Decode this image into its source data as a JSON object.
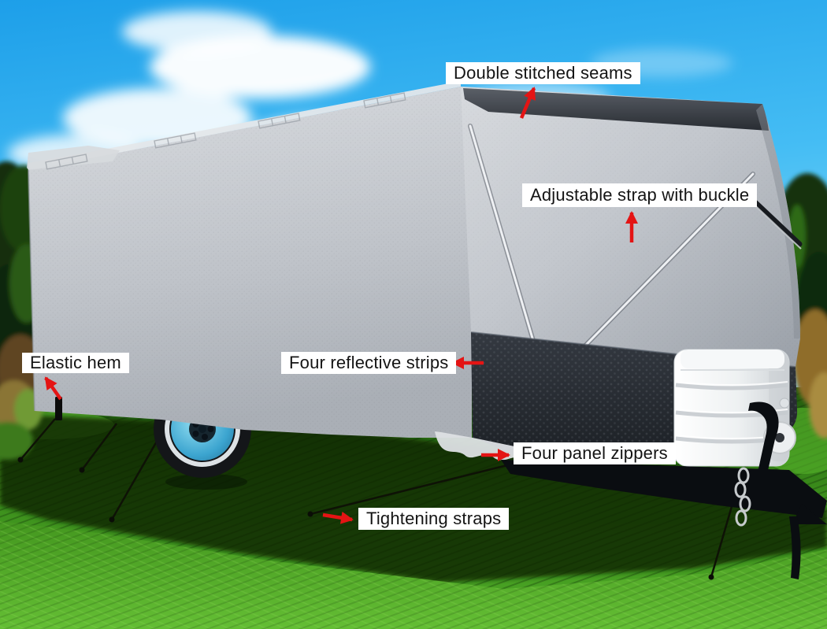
{
  "callouts": [
    {
      "id": "double-stitched-seams",
      "label": "Double stitched seams"
    },
    {
      "id": "adjustable-strap-with-buckle",
      "label": "Adjustable strap with buckle"
    },
    {
      "id": "elastic-hem",
      "label": "Elastic hem"
    },
    {
      "id": "four-reflective-strips",
      "label": "Four reflective strips"
    },
    {
      "id": "four-panel-zippers",
      "label": "Four panel zippers"
    },
    {
      "id": "tightening-straps",
      "label": "Tightening straps"
    }
  ],
  "colors": {
    "arrow_red": "#e41414",
    "label_bg": "#ffffff",
    "label_text": "#141414",
    "sky_blue": "#2fa9ee",
    "cover_gray": "#c6cad0",
    "mesh_dark": "#272b31",
    "grass_green": "#3f961f",
    "wheel_rim_blue": "#49b8e0",
    "tank_white": "#f4f6f7"
  }
}
